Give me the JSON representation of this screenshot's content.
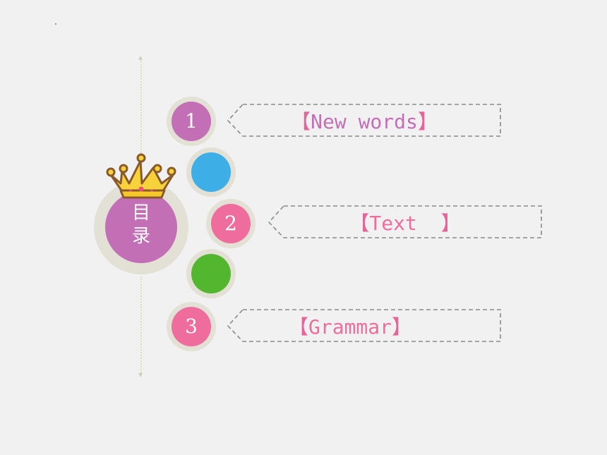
{
  "toc": {
    "title_line1": "目",
    "title_line2": "录",
    "items": [
      {
        "number": "1",
        "bracket_open": "【",
        "label": "New words",
        "bracket_close": "】",
        "color": "#c26fb6"
      },
      {
        "number": "2",
        "bracket_open": "【",
        "label": "Text  ",
        "bracket_close": "】",
        "color": "#ee6d9d"
      },
      {
        "number": "3",
        "bracket_open": "【",
        "label": "Grammar",
        "bracket_close": "】",
        "color": "#ee6d9d"
      }
    ],
    "decor_colors": {
      "blue": "#3daee6",
      "green": "#53b62f",
      "purple": "#c26fb6",
      "ring": "#e3e0d6"
    }
  }
}
